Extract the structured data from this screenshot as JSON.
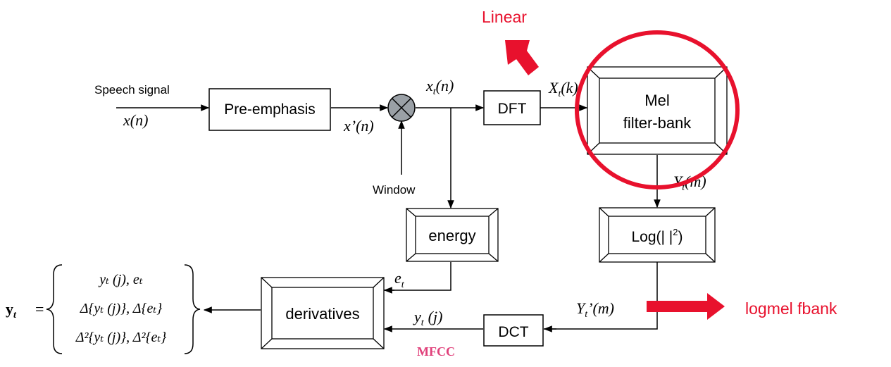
{
  "colors": {
    "line": "#000000",
    "accent": "#e8112d",
    "mfcc": "#e0407a"
  },
  "labels": {
    "speech_signal": "Speech signal",
    "x_n": "x(n)",
    "x_prime_n": "x’(n)",
    "xt_n_x": "x",
    "xt_n_sub": "t",
    "xt_n_tail": "(n)",
    "Xt_k_X": "X",
    "Xt_k_sub": "t",
    "Xt_k_tail": "(k)",
    "window": "Window",
    "Yt_m_Y": "Y",
    "Yt_m_sub": "t",
    "Yt_m_tail": "(m)",
    "e_t_e": "e",
    "e_t_sub": "t",
    "Ytp_m_Y": "Y",
    "Ytp_m_sub": "t",
    "Ytp_m_tail": "’(m)",
    "yt_j_y": "y",
    "yt_j_sub": "t",
    "yt_j_tail": "(j)",
    "mfcc": "MFCC",
    "linear": "Linear",
    "logmel": "logmel fbank"
  },
  "blocks": {
    "pre_emphasis": "Pre-emphasis",
    "dft": "DFT",
    "mel_line1": "Mel",
    "mel_line2": "filter-bank",
    "energy": "energy",
    "log_prefix": "Log(| |",
    "log_sup": "2",
    "log_suffix": ")",
    "dct": "DCT",
    "derivatives": "derivatives"
  },
  "formula": {
    "lhs": "y",
    "lhs_sub": "t",
    "eq": "=",
    "row1": "yₜ (j), eₜ",
    "row2": "Δ{yₜ (j)}, Δ{eₜ}",
    "row3": "Δ²{yₜ (j)}, Δ²{eₜ}"
  }
}
